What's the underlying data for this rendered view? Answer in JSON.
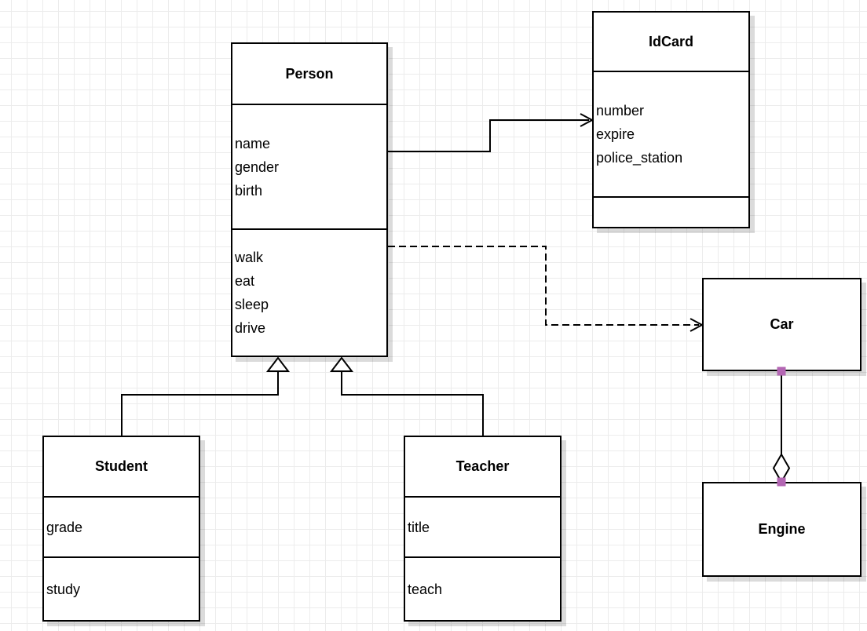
{
  "canvas": {
    "background": "#ffffff",
    "grid_color": "#ececec"
  },
  "classes": {
    "person": {
      "title": "Person",
      "attributes": [
        "name",
        "gender",
        "birth"
      ],
      "methods": [
        "walk",
        "eat",
        "sleep",
        "drive"
      ]
    },
    "idcard": {
      "title": "IdCard",
      "attributes": [
        "number",
        "expire",
        "police_station"
      ],
      "methods": []
    },
    "car": {
      "title": "Car",
      "attributes": [],
      "methods": []
    },
    "engine": {
      "title": "Engine",
      "attributes": [],
      "methods": []
    },
    "student": {
      "title": "Student",
      "attributes": [
        "grade"
      ],
      "methods": [
        "study"
      ]
    },
    "teacher": {
      "title": "Teacher",
      "attributes": [
        "title"
      ],
      "methods": [
        "teach"
      ]
    }
  },
  "relationships": [
    {
      "type": "association",
      "from": "Person",
      "to": "IdCard",
      "style": "solid-open-arrow"
    },
    {
      "type": "dependency",
      "from": "Person",
      "to": "Car",
      "style": "dashed-open-arrow"
    },
    {
      "type": "generalization",
      "from": "Student",
      "to": "Person",
      "style": "solid-hollow-triangle"
    },
    {
      "type": "generalization",
      "from": "Teacher",
      "to": "Person",
      "style": "solid-hollow-triangle"
    },
    {
      "type": "aggregation",
      "from": "Car",
      "to": "Engine",
      "style": "solid-hollow-diamond"
    }
  ],
  "colors": {
    "stroke": "#000000",
    "handle": "#b366b3"
  }
}
